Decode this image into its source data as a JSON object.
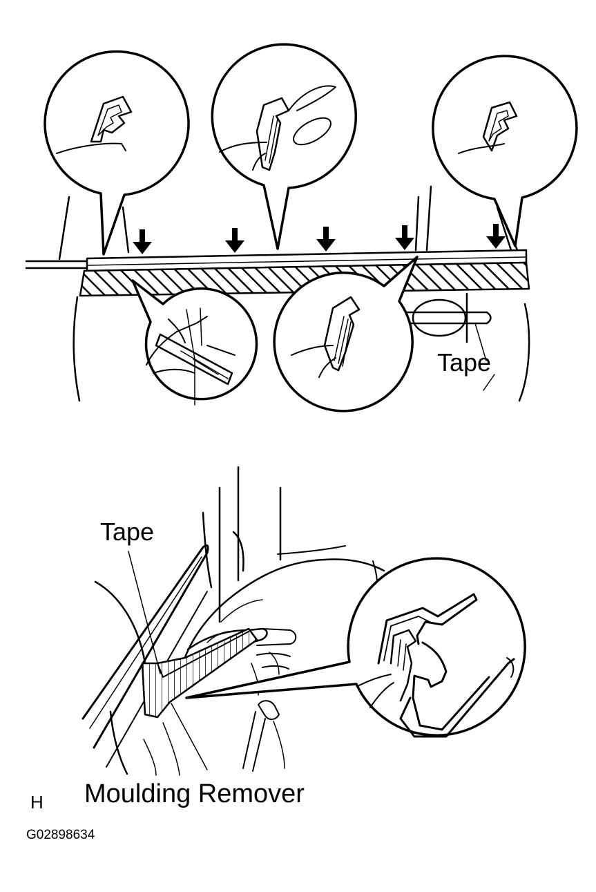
{
  "labels": {
    "tape_top": "Tape",
    "tape_bottom": "Tape",
    "moulding_remover": "Moulding Remover",
    "view_letter": "H",
    "figure_code": "G02898634"
  },
  "colors": {
    "ink": "#000000",
    "paper": "#ffffff"
  }
}
